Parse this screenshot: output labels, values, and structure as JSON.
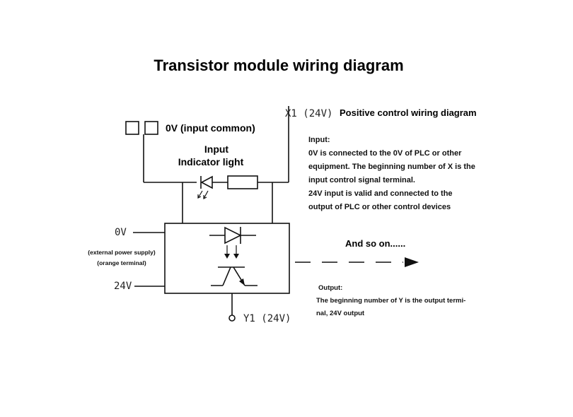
{
  "title": "Transistor module wiring diagram",
  "input_terminal_label": "0V (input common)",
  "x1_label": "X1 (24V)",
  "positive_heading": "Positive control wiring diagram",
  "indicator_label_line1": "Input",
  "indicator_label_line2": "Indicator light",
  "input_notes": [
    "Input:",
    "0V is connected to the 0V of PLC or other",
    "equipment. The beginning number of X is the",
    "input control signal terminal.",
    "24V input is valid and connected to the",
    "output of PLC or other control devices"
  ],
  "and_so_on": "And so on......",
  "supply_0v": "0V",
  "supply_desc_line1": "(external power supply)",
  "supply_desc_line2": "(orange terminal)",
  "supply_24v": "24V",
  "output_notes": [
    "Output:",
    "The beginning number of Y is the output termi-",
    "nal, 24V output"
  ],
  "y1_label": "Y1 (24V)"
}
